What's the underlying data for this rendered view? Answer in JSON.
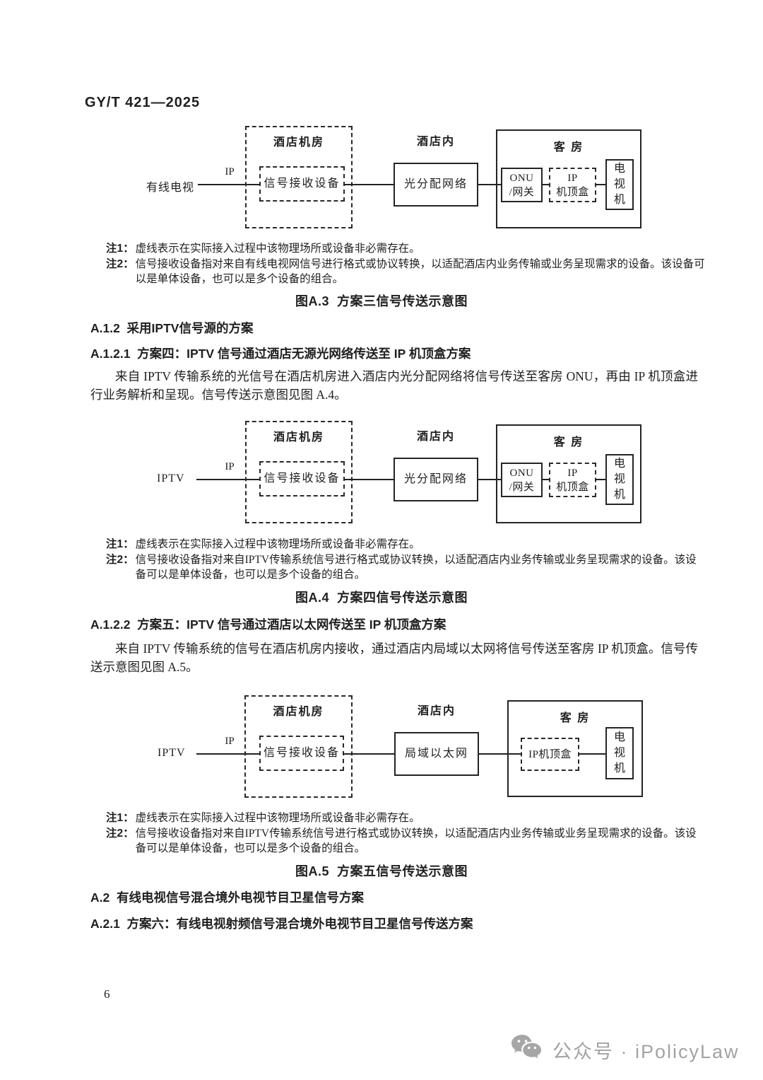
{
  "page": {
    "doc_code": "GY/T 421—2025",
    "page_number": "6",
    "footer_brand": "公众号 · iPolicyLaw"
  },
  "sections": {
    "a12": "A.1.2  采用IPTV信号源的方案",
    "a121": "A.1.2.1  方案四：IPTV 信号通过酒店无源光网络传送至 IP 机顶盒方案",
    "p1": "来自 IPTV 传输系统的光信号在酒店机房进入酒店内光分配网络将信号传送至客房 ONU，再由 IP 机顶盒进行业务解析和呈现。信号传送示意图见图 A.4。",
    "a122": "A.1.2.2  方案五：IPTV 信号通过酒店以太网传送至 IP 机顶盒方案",
    "p2": "来自 IPTV 传输系统的信号在酒店机房内接收，通过酒店内局域以太网将信号传送至客房 IP 机顶盒。信号传送示意图见图 A.5。",
    "a2": "A.2  有线电视信号混合境外电视节目卫星信号方案",
    "a21": "A.2.1  方案六：有线电视射频信号混合境外电视节目卫星信号传送方案"
  },
  "figA3": {
    "source": "有线电视",
    "link_label": "IP",
    "machine_room_title": "酒店机房",
    "device": "信号接收设备",
    "hotel_label": "酒店内",
    "network_box": "光分配网络",
    "guest_room_title": "客 房",
    "onu": [
      "ONU",
      "/网关"
    ],
    "stb": [
      "IP",
      "机顶盒"
    ],
    "tv": [
      "电",
      "视",
      "机"
    ],
    "note1_label": "注1：",
    "note1": "虚线表示在实际接入过程中该物理场所或设备非必需存在。",
    "note2_label": "注2：",
    "note2": "信号接收设备指对来自有线电视网信号进行格式或协议转换，以适配酒店内业务传输或业务呈现需求的设备。该设备可以是单体设备，也可以是多个设备的组合。",
    "caption": "图A.3  方案三信号传送示意图"
  },
  "figA4": {
    "source": "IPTV",
    "link_label": "IP",
    "machine_room_title": "酒店机房",
    "device": "信号接收设备",
    "hotel_label": "酒店内",
    "network_box": "光分配网络",
    "guest_room_title": "客 房",
    "onu": [
      "ONU",
      "/网关"
    ],
    "stb": [
      "IP",
      "机顶盒"
    ],
    "tv": [
      "电",
      "视",
      "机"
    ],
    "note1_label": "注1：",
    "note1": "虚线表示在实际接入过程中该物理场所或设备非必需存在。",
    "note2_label": "注2：",
    "note2": "信号接收设备指对来自IPTV传输系统信号进行格式或协议转换，以适配酒店内业务传输或业务呈现需求的设备。该设备可以是单体设备，也可以是多个设备的组合。",
    "caption": "图A.4  方案四信号传送示意图"
  },
  "figA5": {
    "source": "IPTV",
    "link_label": "IP",
    "machine_room_title": "酒店机房",
    "device": "信号接收设备",
    "hotel_label": "酒店内",
    "network_box": "局域以太网",
    "guest_room_title": "客 房",
    "stb_single": "IP机顶盒",
    "tv": [
      "电",
      "视",
      "机"
    ],
    "note1_label": "注1：",
    "note1": "虚线表示在实际接入过程中该物理场所或设备非必需存在。",
    "note2_label": "注2：",
    "note2": "信号接收设备指对来自IPTV传输系统信号进行格式或协议转换，以适配酒店内业务传输或业务呈现需求的设备。该设备可以是单体设备，也可以是多个设备的组合。",
    "caption": "图A.5  方案五信号传送示意图"
  }
}
